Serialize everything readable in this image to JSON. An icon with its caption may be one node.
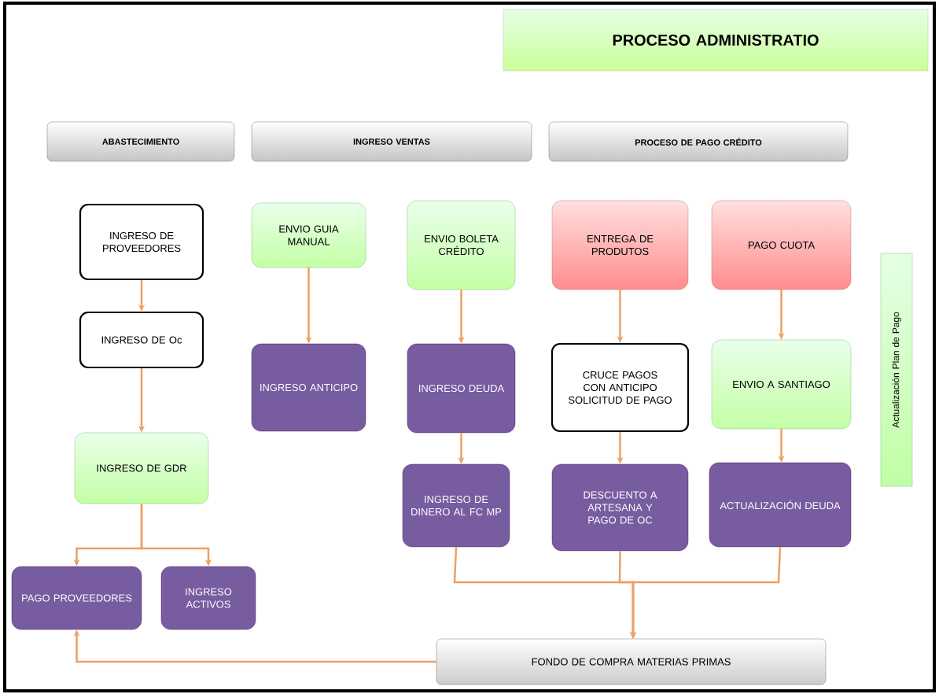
{
  "diagram": {
    "nodes": [
      {
        "text": [
          "PROCESO ADMINISTRATIO"
        ]
      },
      {
        "text": [
          "ABASTECIMIENTO"
        ]
      },
      {
        "text": [
          "INGRESO VENTAS"
        ]
      },
      {
        "text": [
          "PROCESO DE PAGO CRÉDITO"
        ]
      },
      {
        "text": [
          "INGRESO DE PROVEEDORES"
        ]
      },
      {
        "text": [
          "INGRESO DE Oc"
        ]
      },
      {
        "text": [
          "INGRESO DE GDR"
        ]
      },
      {
        "text": [
          "PAGO PROVEEDORES"
        ]
      },
      {
        "text": [
          "INGRESO ACTIVOS"
        ]
      },
      {
        "text": [
          "ENVIO GUIA MANUAL"
        ]
      },
      {
        "text": [
          "ENVIO BOLETA CRÉDITO"
        ]
      },
      {
        "text": [
          "ENTREGA DE PRODUTOS"
        ]
      },
      {
        "text": [
          "PAGO CUOTA"
        ]
      },
      {
        "text": [
          "INGRESO ANTICIPO"
        ]
      },
      {
        "text": [
          "INGRESO DEUDA"
        ]
      },
      {
        "text": [
          "CRUCE PAGOS CON ANTICIPO SOLICITUD DE PAGO"
        ]
      },
      {
        "text": [
          "ENVIO A SANTIAGO"
        ]
      },
      {
        "text": [
          "INGRESO DE DINERO AL FC MP"
        ]
      },
      {
        "text": [
          "DESCUENTO A ARTESANA Y PAGO DE OC"
        ]
      },
      {
        "text": [
          "ACTUALIZACIÓN DEUDA"
        ]
      },
      {
        "text": [
          "FONDO DE COMPRA  MATERIAS PRIMAS"
        ]
      },
      {
        "text": [
          "Actualización Plan de Pago"
        ]
      }
    ],
    "edges": [
      {
        "from": 4,
        "to": 5,
        "arrow": "to"
      },
      {
        "from": 5,
        "to": 6,
        "arrow": "to"
      },
      {
        "from": 6,
        "to": 7,
        "arrow": "to"
      },
      {
        "from": 6,
        "to": 8,
        "arrow": "to"
      },
      {
        "from": 9,
        "to": 13,
        "arrow": "to"
      },
      {
        "from": 10,
        "to": 14,
        "arrow": "to"
      },
      {
        "from": 14,
        "to": 17,
        "arrow": "to"
      },
      {
        "from": 11,
        "to": 15,
        "arrow": "to"
      },
      {
        "from": 15,
        "to": 18,
        "arrow": "to"
      },
      {
        "from": 12,
        "to": 16,
        "arrow": "to"
      },
      {
        "from": 16,
        "to": 19,
        "arrow": "to"
      },
      {
        "from": 17,
        "to": 20,
        "arrow": "to"
      },
      {
        "from": 18,
        "to": 20,
        "arrow": "to"
      },
      {
        "from": 19,
        "to": 20,
        "arrow": "to"
      },
      {
        "from": 20,
        "to": 7,
        "arrow": "to"
      }
    ]
  }
}
